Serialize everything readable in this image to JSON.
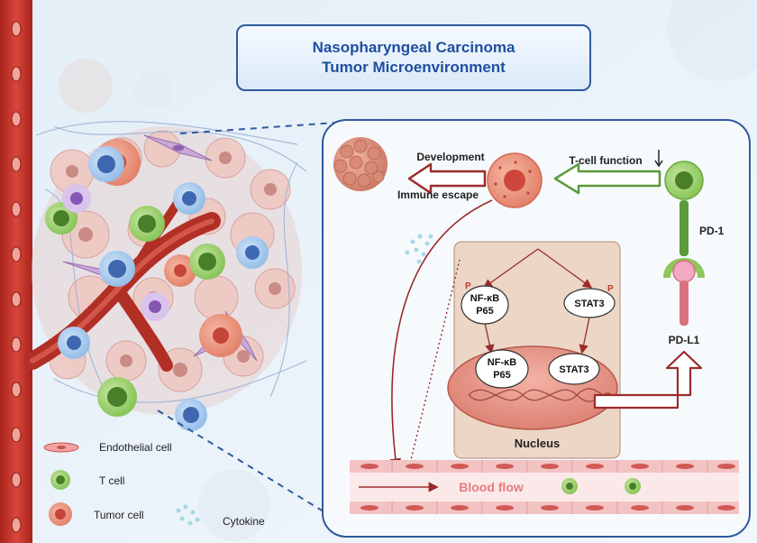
{
  "title": {
    "line1": "Nasopharyngeal Carcinoma",
    "line2": "Tumor Microenvironment"
  },
  "pathway": {
    "development": "Development",
    "immune_escape": "Immune escape",
    "t_cell_function": "T-cell function",
    "pd1": "PD-1",
    "pdl1": "PD-L1",
    "nfkb_line1": "NF-κB",
    "nfkb_line2": "P65",
    "stat3": "STAT3",
    "phospho": "P",
    "nucleus": "Nucleus",
    "blood_flow": "Blood flow"
  },
  "legend": {
    "endothelial": "Endothelial cell",
    "t_cell": "T cell",
    "tumor_cell": "Tumor cell",
    "cytokine": "Cytokine"
  },
  "colors": {
    "border_blue": "#2f5a9e",
    "artery_red": "#c83a30",
    "arrow_green": "#5c9a3c",
    "arrow_red": "#9c2a2a",
    "t_cell_green": "#8cc85a",
    "pdl1_pink": "#d9707e",
    "nucleus_bg": "#ecd6c6"
  }
}
